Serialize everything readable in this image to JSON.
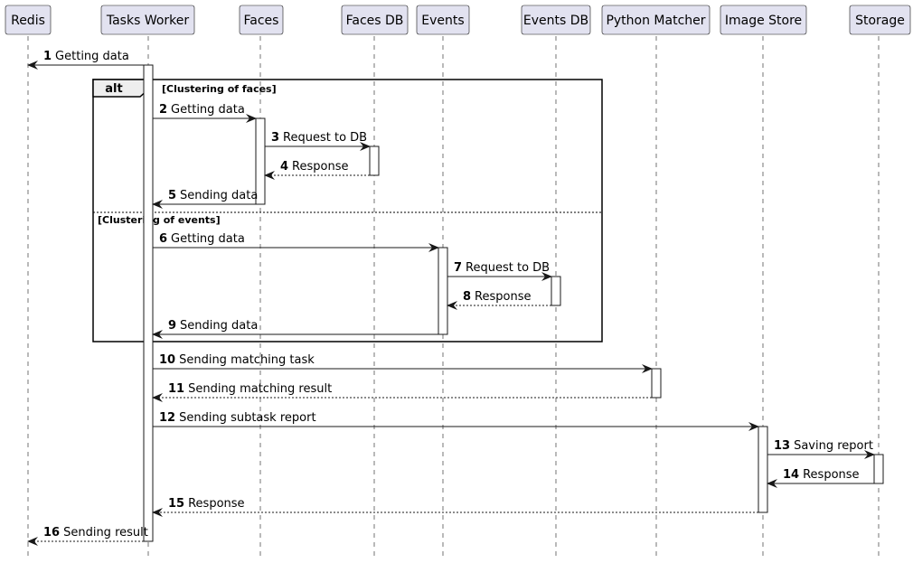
{
  "diagram": {
    "participants": [
      {
        "id": "redis",
        "label": "Redis"
      },
      {
        "id": "worker",
        "label": "Tasks Worker"
      },
      {
        "id": "faces",
        "label": "Faces"
      },
      {
        "id": "facesdb",
        "label": "Faces DB"
      },
      {
        "id": "events",
        "label": "Events"
      },
      {
        "id": "eventsdb",
        "label": "Events DB"
      },
      {
        "id": "matcher",
        "label": "Python Matcher"
      },
      {
        "id": "imagestore",
        "label": "Image Store"
      },
      {
        "id": "storage",
        "label": "Storage"
      }
    ],
    "alt": {
      "title": "alt",
      "guards": [
        "[Clustering of faces]",
        "[Clustering of events]"
      ]
    },
    "messages": [
      {
        "n": "1",
        "label": "Getting data",
        "from": "worker",
        "to": "redis",
        "dashed": false
      },
      {
        "n": "2",
        "label": "Getting data",
        "from": "worker",
        "to": "faces",
        "dashed": false
      },
      {
        "n": "3",
        "label": "Request to DB",
        "from": "faces",
        "to": "facesdb",
        "dashed": false
      },
      {
        "n": "4",
        "label": "Response",
        "from": "facesdb",
        "to": "faces",
        "dashed": true
      },
      {
        "n": "5",
        "label": "Sending data",
        "from": "faces",
        "to": "worker",
        "dashed": false
      },
      {
        "n": "6",
        "label": "Getting data",
        "from": "worker",
        "to": "events",
        "dashed": false
      },
      {
        "n": "7",
        "label": "Request to DB",
        "from": "events",
        "to": "eventsdb",
        "dashed": false
      },
      {
        "n": "8",
        "label": "Response",
        "from": "eventsdb",
        "to": "events",
        "dashed": true
      },
      {
        "n": "9",
        "label": "Sending data",
        "from": "events",
        "to": "worker",
        "dashed": false
      },
      {
        "n": "10",
        "label": "Sending matching task",
        "from": "worker",
        "to": "matcher",
        "dashed": false
      },
      {
        "n": "11",
        "label": "Sending matching result",
        "from": "matcher",
        "to": "worker",
        "dashed": true
      },
      {
        "n": "12",
        "label": "Sending subtask report",
        "from": "worker",
        "to": "imagestore",
        "dashed": false
      },
      {
        "n": "13",
        "label": "Saving report",
        "from": "imagestore",
        "to": "storage",
        "dashed": false
      },
      {
        "n": "14",
        "label": "Response",
        "from": "storage",
        "to": "imagestore",
        "dashed": false
      },
      {
        "n": "15",
        "label": "Response",
        "from": "imagestore",
        "to": "worker",
        "dashed": true
      },
      {
        "n": "16",
        "label": "Sending result",
        "from": "worker",
        "to": "redis",
        "dashed": true
      }
    ]
  }
}
